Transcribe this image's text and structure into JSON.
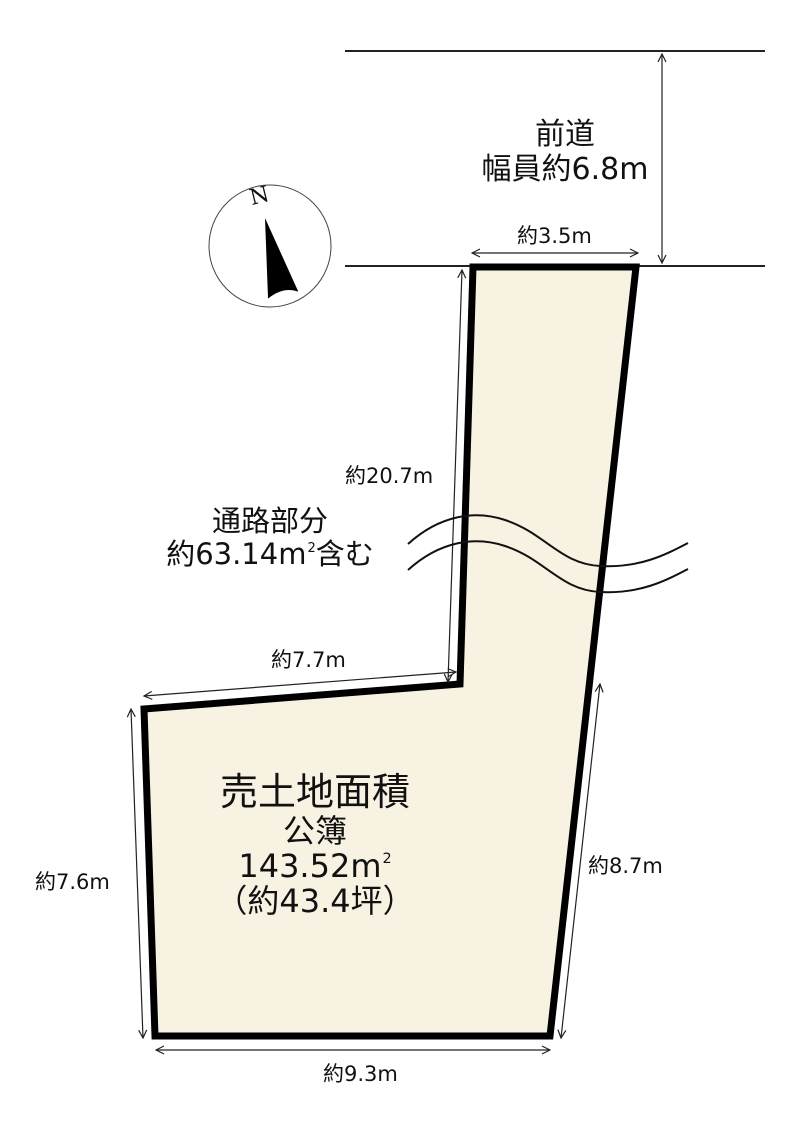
{
  "road": {
    "title": "前道",
    "width_label": "幅員約6.8m"
  },
  "compass": {
    "letter": "N",
    "icon": "north-arrow-icon"
  },
  "dimensions": {
    "frontage": "約3.5m",
    "passage_length": "約20.7m",
    "step_width": "約7.7m",
    "left_side": "約7.6m",
    "right_side": "約8.7m",
    "bottom": "約9.3m"
  },
  "passage_note": {
    "line1": "通路部分",
    "line2_prefix": "約63.14m",
    "line2_sup": "2",
    "line2_suffix": "含む"
  },
  "area": {
    "title": "売土地面積",
    "basis": "公簿",
    "sqm_value": "143.52m",
    "sqm_sup": "2",
    "tsubo": "（約43.4坪）"
  },
  "colors": {
    "lot_fill": "#f8f2e3",
    "outline": "#000000",
    "line": "#222222"
  }
}
